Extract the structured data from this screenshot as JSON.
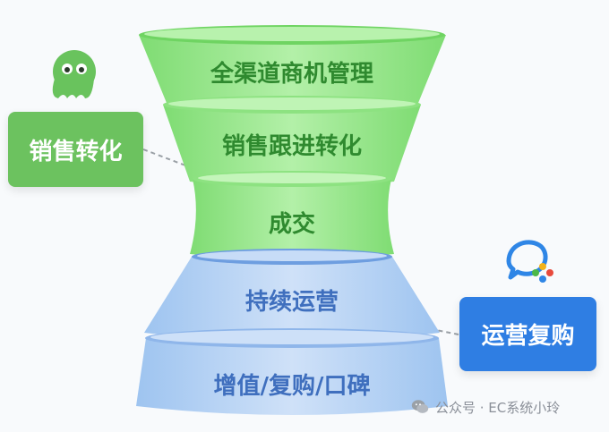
{
  "funnel": {
    "layers": [
      {
        "label": "全渠道商机管理",
        "color": "green"
      },
      {
        "label": "销售跟进转化",
        "color": "green"
      },
      {
        "label": "成交",
        "color": "green"
      },
      {
        "label": "持续运营",
        "color": "blue"
      },
      {
        "label": "增值/复购/口碑",
        "color": "blue"
      }
    ]
  },
  "callouts": {
    "left": {
      "label": "销售转化",
      "icon": "octopus-mascot-icon"
    },
    "right": {
      "label": "运营复购",
      "icon": "wecom-chat-icon"
    }
  },
  "watermark": {
    "label": "公众号 · EC系统小玲",
    "icon": "wechat-icon"
  },
  "colors": {
    "green_top": "#b3f0a8",
    "green_side": "#7fdc73",
    "blue_top": "#bcd6f5",
    "blue_side": "#9ec4f0",
    "callout_green": "#6cc25f",
    "callout_blue": "#2f7ee3"
  }
}
